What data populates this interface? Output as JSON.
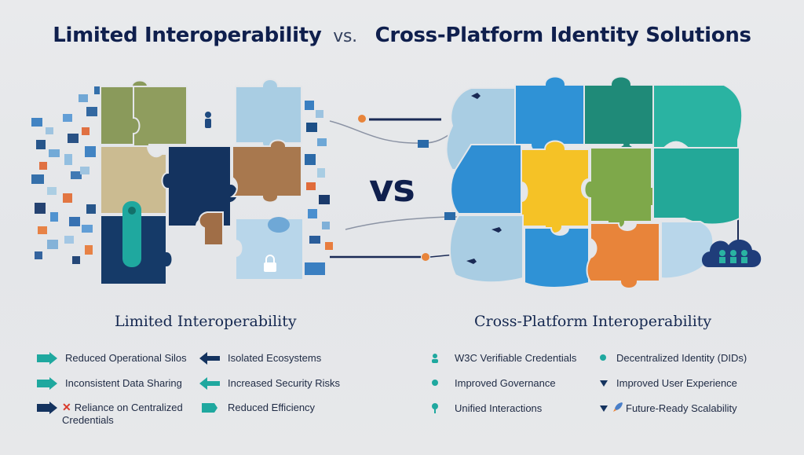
{
  "header": {
    "title_left": "Limited Interoperability",
    "title_vs": "vs.",
    "title_right": "Cross-Platform Identity Solutions"
  },
  "center": {
    "vs": "vs"
  },
  "left": {
    "subtitle": "Limited Interoperability",
    "items": [
      "Reduced Operational Silos",
      "Isolated Ecosystems",
      "Inconsistent Data Sharing",
      "Increased Security Risks",
      "Reliance on Centralized Credentials",
      "Reduced Efficiency"
    ],
    "x_mark": "✕"
  },
  "right": {
    "subtitle": "Cross-Platform Interoperability",
    "items": [
      "W3C Verifiable Credentials",
      "Decentralized Identity (DIDs)",
      "Improved Governance",
      "Improved User Experience",
      "Unified Interactions",
      "Future-Ready Scalability"
    ]
  },
  "colors": {
    "navy": "#0f1f4d",
    "teal": "#1a9e97",
    "olive": "#8a9a5b",
    "tan": "#c9b88f",
    "brown": "#a8784e",
    "light_blue": "#a9cde3",
    "blue": "#2f92d6",
    "yellow": "#f5c226",
    "green": "#7ea84a",
    "orange": "#e8843a",
    "dark_teal": "#1f8a78"
  },
  "icons": [
    "arrow-right-icon",
    "arrow-left-icon",
    "person-icon",
    "triangle-icon",
    "cloud-users-icon",
    "rocket-icon",
    "lock-icon"
  ]
}
